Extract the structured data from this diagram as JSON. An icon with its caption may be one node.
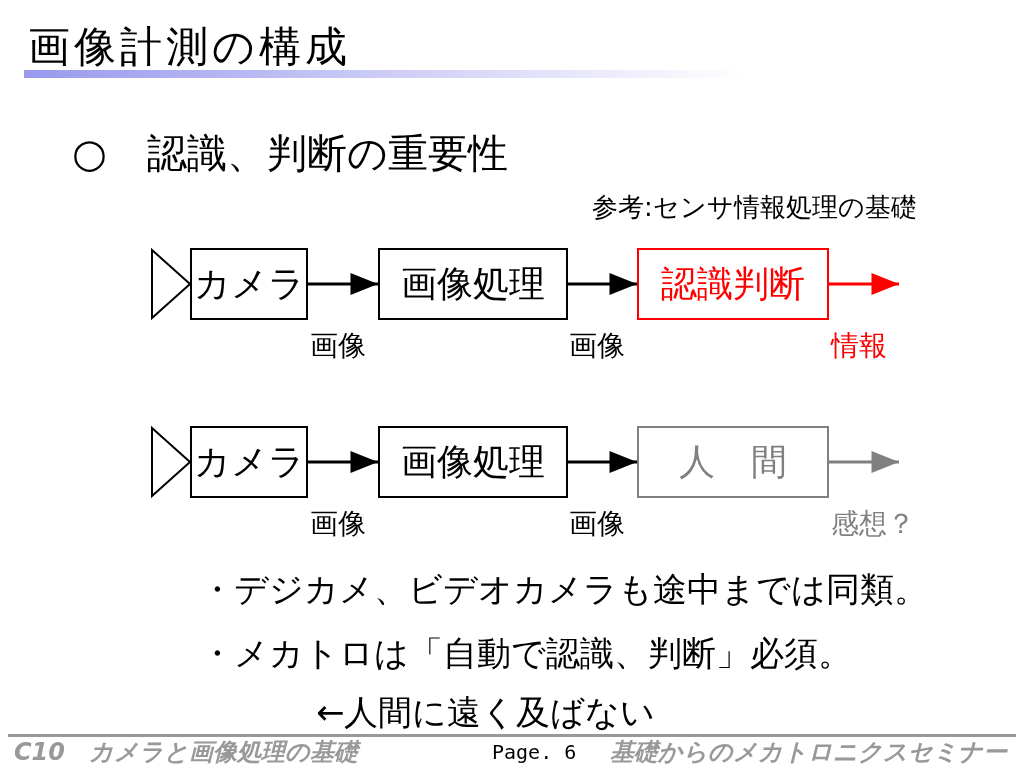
{
  "diagram": {
    "title": "画像計測の構成",
    "nodes": [
      {
        "text": [
          "カメラ"
        ]
      },
      {
        "text": [
          "画像処理"
        ]
      },
      {
        "text": [
          "認識判断"
        ]
      },
      {
        "text": [
          "カメラ"
        ]
      },
      {
        "text": [
          "画像処理"
        ]
      },
      {
        "text": [
          "人　間"
        ]
      }
    ],
    "edges": [
      {
        "from": 0,
        "to": 1,
        "arrow": "to",
        "label": "画像"
      },
      {
        "from": 1,
        "to": 2,
        "arrow": "to",
        "label": "画像"
      },
      {
        "from": 2,
        "to": null,
        "arrow": "to",
        "label": "情報",
        "color": "#ff0000"
      },
      {
        "from": 3,
        "to": 4,
        "arrow": "to",
        "label": "画像"
      },
      {
        "from": 4,
        "to": 5,
        "arrow": "to",
        "label": "画像"
      },
      {
        "from": 5,
        "to": null,
        "arrow": "to",
        "label": "感想？",
        "color": "#808080"
      }
    ],
    "labels": [
      "○　認識、判断の重要性",
      "参考:センサ情報処理の基礎",
      "・デジカメ、ビデオカメラも途中までは同類。",
      "・メカトロは「自動で認識、判断」必須。",
      "←人間に遠く及ばない",
      "C10　カメラと画像処理の基礎",
      "Page. 6",
      "基礎からのメカトロニクスセミナー"
    ]
  }
}
